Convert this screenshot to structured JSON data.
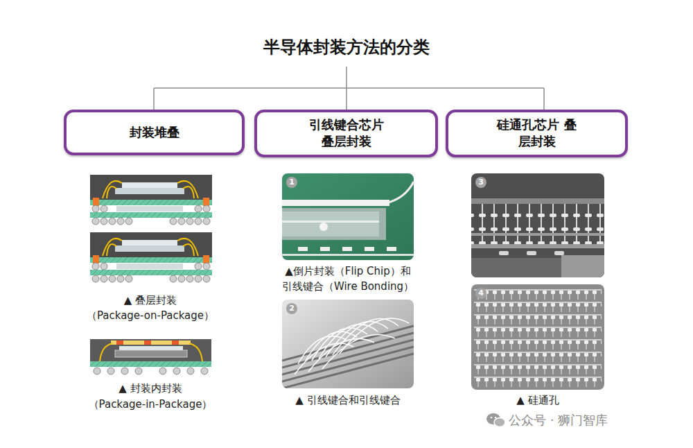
{
  "diagram": {
    "title": "半导体封装方法的分类",
    "nodes": [
      {
        "text": [
          "封装堆叠"
        ]
      },
      {
        "text": [
          "引线键合芯片 叠层封装"
        ]
      },
      {
        "text": [
          "硅通孔芯片 叠层封装"
        ]
      }
    ],
    "labels": [
      "▲ 叠层封装",
      "（Package-on-Package）",
      "▲ 封装内封装",
      "（Package-in-Package）",
      "1",
      "▲倒片封装（Flip Chip）和",
      "引线键合（Wire Bonding）",
      "2",
      "▲ 引线键合和引线键合",
      "3",
      "4",
      "▲ 硅通孔",
      "公众号 · 狮门智库"
    ]
  }
}
